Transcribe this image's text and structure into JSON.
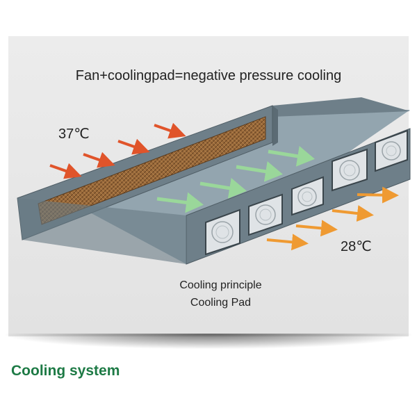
{
  "diagram": {
    "title": "Fan+coolingpad=negative pressure cooling",
    "inlet_temperature": "37℃",
    "outlet_temperature": "28℃",
    "caption_line1": "Cooling principle",
    "caption_line2": "Cooling Pad",
    "fan_count": 5,
    "colors": {
      "inlet_arrow": "#e0542a",
      "internal_airflow_arrow": "#9ad79a",
      "outlet_arrow": "#ef9a32",
      "building_wall": "#6e7f89",
      "building_floor": "#93a5af",
      "cooling_pad": "#9a6a3a",
      "section_title": "#1d7a45"
    }
  },
  "section_title": "Cooling system"
}
